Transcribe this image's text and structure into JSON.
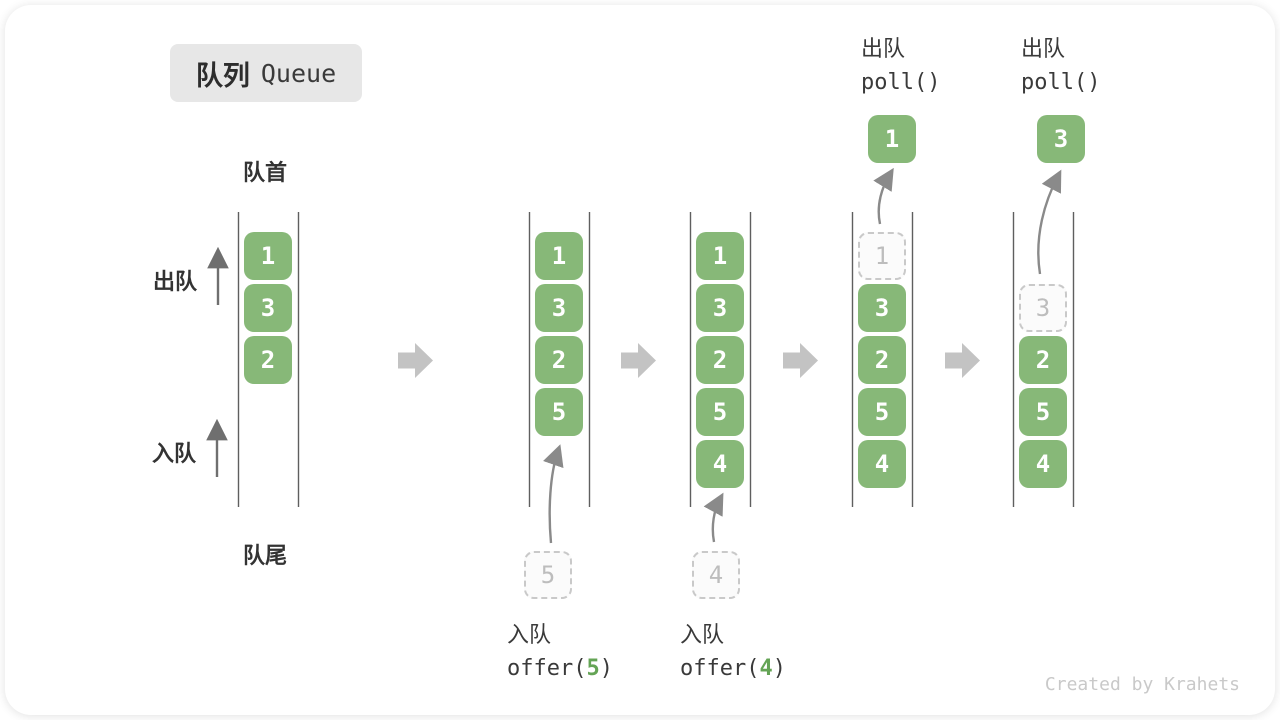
{
  "title": {
    "zh": "队列",
    "en": "Queue"
  },
  "labels": {
    "front": "队首",
    "rear": "队尾",
    "dequeue": "出队",
    "enqueue": "入队"
  },
  "ops": {
    "poll1": {
      "label": "出队",
      "code": "poll()"
    },
    "poll2": {
      "label": "出队",
      "code": "poll()"
    },
    "offer5": {
      "label": "入队",
      "fn_open": "offer(",
      "arg": "5",
      "fn_close": ")"
    },
    "offer4": {
      "label": "入队",
      "fn_open": "offer(",
      "arg": "4",
      "fn_close": ")"
    }
  },
  "queues": [
    {
      "cells": [
        {
          "v": "1"
        },
        {
          "v": "3"
        },
        {
          "v": "2"
        }
      ]
    },
    {
      "cells": [
        {
          "v": "1"
        },
        {
          "v": "3"
        },
        {
          "v": "2"
        },
        {
          "v": "5"
        }
      ],
      "incoming": "5"
    },
    {
      "cells": [
        {
          "v": "1"
        },
        {
          "v": "3"
        },
        {
          "v": "2"
        },
        {
          "v": "5"
        },
        {
          "v": "4"
        }
      ],
      "incoming": "4"
    },
    {
      "cells": [
        {
          "v": "1",
          "state": "removed"
        },
        {
          "v": "3"
        },
        {
          "v": "2"
        },
        {
          "v": "5"
        },
        {
          "v": "4"
        }
      ],
      "outgoing": "1"
    },
    {
      "cells": [
        {
          "v": "3",
          "state": "removed"
        },
        {
          "v": "2"
        },
        {
          "v": "5"
        },
        {
          "v": "4"
        }
      ],
      "outgoing": "3"
    }
  ],
  "watermark": "Created by Krahets",
  "colors": {
    "cell_green": "#87b878",
    "code_arg_green": "#64a455",
    "step_arrow_gray": "#c3c3c3",
    "wall_gray": "#5f5f5f",
    "title_bg": "#e7e7e7"
  }
}
